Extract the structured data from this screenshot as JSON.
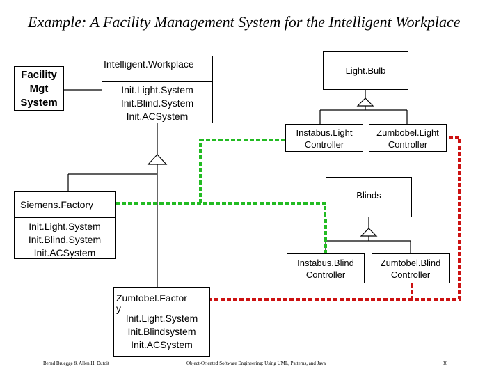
{
  "title": "Example: A Facility Management System for the Intelligent Workplace",
  "boxes": {
    "facility": {
      "lines": [
        "Facility",
        "Mgt",
        "System"
      ]
    },
    "iw_name": "Intelligent.Workplace",
    "iw_ops": [
      "Init.Light.System",
      "Init.Blind.System",
      "Init.ACSystem"
    ],
    "lightbulb": "Light.Bulb",
    "instabus_light": [
      "Instabus.Light",
      "Controller"
    ],
    "zumtobel_light": [
      "Zumbobel.Light",
      "Controller"
    ],
    "siemens_name": "Siemens.Factory",
    "siemens_ops": [
      "Init.Light.System",
      "Init.Blind.System",
      "Init.ACSystem"
    ],
    "blinds": "Blinds",
    "instabus_blind": [
      "Instabus.Blind",
      "Controller"
    ],
    "zumtobel_blind": [
      "Zumtobel.Blind",
      "Controller"
    ],
    "zumtobel_factory": [
      "Zumtobel.Factor",
      "y",
      "Init.Light.System",
      "Init.Blindsystem",
      "Init.ACSystem"
    ]
  },
  "colors": {
    "green_dep": "#22bb22",
    "red_dep": "#cc1111"
  },
  "footer": {
    "authors": "Bernd Bruegge & Allen H. Dutoit",
    "book": "Object-Oriented Software Engineering: Using UML, Patterns, and Java",
    "page": "36"
  }
}
